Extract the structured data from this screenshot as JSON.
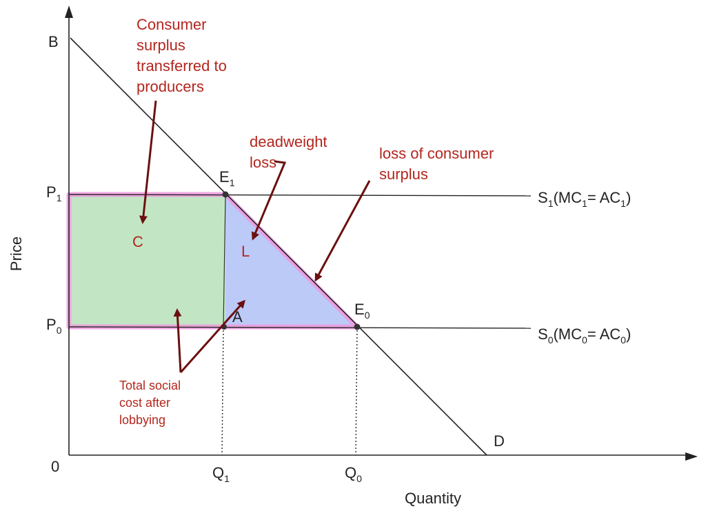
{
  "axes": {
    "y_label": "Price",
    "x_label": "Quantity",
    "origin": "0"
  },
  "points": {
    "B": "B",
    "D": "D",
    "A": "A",
    "E1": {
      "main": "E",
      "sub": "1"
    },
    "E0": {
      "main": "E",
      "sub": "0"
    },
    "P1": {
      "main": "P",
      "sub": "1"
    },
    "P0": {
      "main": "P",
      "sub": "0"
    },
    "Q1": {
      "main": "Q",
      "sub": "1"
    },
    "Q0": {
      "main": "Q",
      "sub": "0"
    }
  },
  "supply_curves": {
    "s1": {
      "a": "S",
      "a_sub": "1",
      "b": "(MC",
      "b_sub": "1",
      "c": "= AC",
      "c_sub": "1",
      "d": ")"
    },
    "s0": {
      "a": "S",
      "a_sub": "0",
      "b": "(MC",
      "b_sub": "0",
      "c": "= AC",
      "c_sub": "0",
      "d": ")"
    }
  },
  "regions": {
    "C": "C",
    "L": "L"
  },
  "annotations": {
    "consumer_surplus_transferred": [
      "Consumer",
      "surplus",
      "transferred to",
      "producers"
    ],
    "deadweight_loss": [
      "deadweight",
      "loss"
    ],
    "loss_of_consumer_surplus": [
      "loss of consumer",
      "surplus"
    ],
    "total_social_cost": [
      "Total social",
      "cost after",
      "lobbying"
    ]
  },
  "colors": {
    "rectangle_fill": "#c2e6c4",
    "triangle_fill": "#bccaf8",
    "highlight_border": "#ee99dd",
    "annotation_text": "#b3261e",
    "arrow": "#6b0f0f",
    "line": "#222222"
  }
}
